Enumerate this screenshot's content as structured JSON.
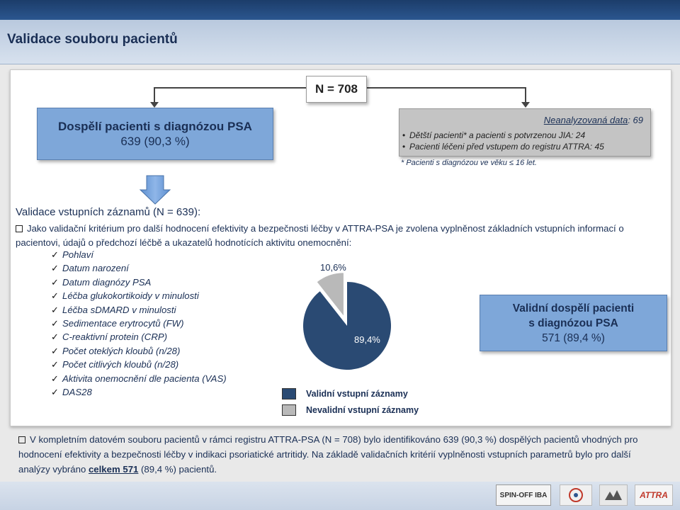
{
  "title": "Validace souboru pacientů",
  "n_box": "N = 708",
  "adult_box": {
    "line1": "Dospělí pacienti s diagnózou PSA",
    "line2": "639 (90,3 %)"
  },
  "unanalyzed": {
    "label": "Neanalyzovaná data",
    "value": ": 69",
    "items": [
      {
        "text": "Dětští pacienti* a pacienti s potvrzenou JIA: ",
        "value": "24"
      },
      {
        "text": "Pacienti léčeni před vstupem do registru ATTRA: ",
        "value": "45"
      }
    ],
    "footnote": "* Pacienti s diagnózou ve věku ≤ 16 let."
  },
  "validation": {
    "title": "Validace vstupních záznamů (N = 639):",
    "text": "Jako validační kritérium pro další hodnocení efektivity a bezpečnosti léčby v ATTRA-PSA je zvolena vyplněnost základních vstupních informací o pacientovi, údajů o předchozí léčbě a ukazatelů hodnotících aktivitu onemocnění:",
    "criteria": [
      "Pohlaví",
      "Datum narození",
      "Datum diagnózy PSA",
      "Léčba glukokortikoidy v minulosti",
      "Léčba sDMARD v minulosti",
      "Sedimentace erytrocytů (FW)",
      "C-reaktivní protein (CRP)",
      "Počet oteklých kloubů (n/28)",
      "Počet citlivých kloubů (n/28)",
      "Aktivita onemocnění dle pacienta (VAS)",
      "DAS28"
    ]
  },
  "chart_data": {
    "type": "pie",
    "slices": [
      {
        "label": "Validní vstupní záznamy",
        "value": 89.4,
        "display": "89,4%",
        "color": "#2a4a73"
      },
      {
        "label": "Nevalidní vstupní záznamy",
        "value": 10.6,
        "display": "10,6%",
        "color": "#b9b9b9"
      }
    ],
    "legend_position": "bottom"
  },
  "valid_box": {
    "line1": "Validní dospělí pacienti",
    "line2": "s diagnózou PSA",
    "line3": "571 (89,4 %)"
  },
  "summary": {
    "part1": "V kompletním datovém souboru pacientů v rámci registru ATTRA-PSA (N = 708) bylo identifikováno 639 (90,3 %) dospělých pacientů vhodných pro hodnocení efektivity a bezpečnosti léčby v indikaci psoriatické artritidy. Na základě validačních kritérií vyplněnosti vstupních parametrů bylo pro další analýzy vybráno ",
    "strong": "celkem 571",
    "part2": " (89,4 %) pacientů."
  },
  "logos": {
    "spinoff": "SPIN-OFF IBA",
    "attra": "ATTRA"
  },
  "colors": {
    "navy": "#1a2f55",
    "box_blue": "#7ea7d9",
    "pie_dark": "#2a4a73",
    "pie_light": "#b9b9b9"
  }
}
